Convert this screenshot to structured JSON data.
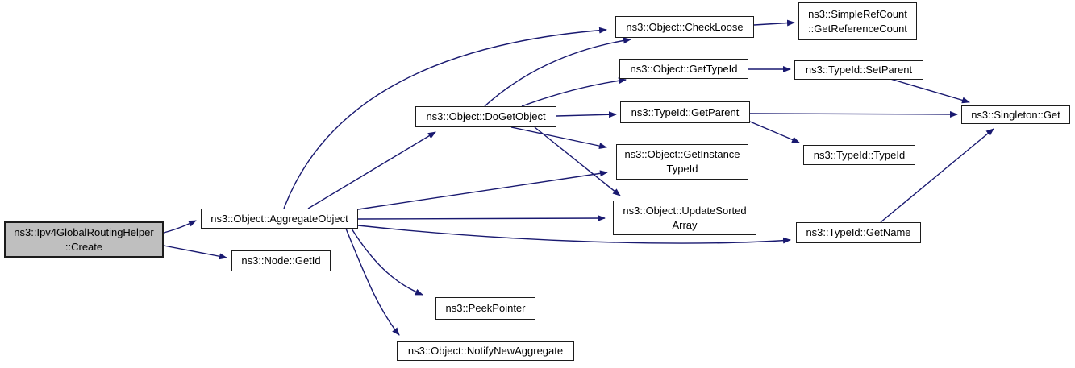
{
  "diagram": {
    "type": "call-graph",
    "background_color": "#ffffff",
    "edge_color": "#191970",
    "node_fill": "#ffffff",
    "node_border_color": "#1c1c1c",
    "highlight_fill": "#bfbfbf",
    "nodes": {
      "create": {
        "label": "ns3::Ipv4GlobalRoutingHelper\n::Create",
        "highlighted": true
      },
      "aggregate_object": {
        "label": "ns3::Object::AggregateObject",
        "highlighted": false
      },
      "node_get_id": {
        "label": "ns3::Node::GetId",
        "highlighted": false
      },
      "do_get_object": {
        "label": "ns3::Object::DoGetObject",
        "highlighted": false
      },
      "check_loose": {
        "label": "ns3::Object::CheckLoose",
        "highlighted": false
      },
      "get_type_id": {
        "label": "ns3::Object::GetTypeId",
        "highlighted": false
      },
      "type_id_get_parent": {
        "label": "ns3::TypeId::GetParent",
        "highlighted": false
      },
      "get_instance_type_id": {
        "label": "ns3::Object::GetInstance\nTypeId",
        "highlighted": false
      },
      "update_sorted_array": {
        "label": "ns3::Object::UpdateSorted\nArray",
        "highlighted": false
      },
      "simple_ref_count": {
        "label": "ns3::SimpleRefCount\n::GetReferenceCount",
        "highlighted": false
      },
      "set_parent": {
        "label": "ns3::TypeId::SetParent",
        "highlighted": false
      },
      "type_id_type_id": {
        "label": "ns3::TypeId::TypeId",
        "highlighted": false
      },
      "get_name": {
        "label": "ns3::TypeId::GetName",
        "highlighted": false
      },
      "singleton_get": {
        "label": "ns3::Singleton::Get",
        "highlighted": false
      },
      "peek_pointer": {
        "label": "ns3::PeekPointer",
        "highlighted": false
      },
      "notify_new_aggregate": {
        "label": "ns3::Object::NotifyNewAggregate",
        "highlighted": false
      }
    },
    "edges": [
      {
        "from": "create",
        "to": "aggregate_object"
      },
      {
        "from": "create",
        "to": "node_get_id"
      },
      {
        "from": "aggregate_object",
        "to": "check_loose"
      },
      {
        "from": "aggregate_object",
        "to": "do_get_object"
      },
      {
        "from": "aggregate_object",
        "to": "get_instance_type_id"
      },
      {
        "from": "aggregate_object",
        "to": "update_sorted_array"
      },
      {
        "from": "aggregate_object",
        "to": "get_name"
      },
      {
        "from": "aggregate_object",
        "to": "peek_pointer"
      },
      {
        "from": "aggregate_object",
        "to": "notify_new_aggregate"
      },
      {
        "from": "do_get_object",
        "to": "check_loose"
      },
      {
        "from": "do_get_object",
        "to": "get_type_id"
      },
      {
        "from": "do_get_object",
        "to": "type_id_get_parent"
      },
      {
        "from": "do_get_object",
        "to": "get_instance_type_id"
      },
      {
        "from": "do_get_object",
        "to": "update_sorted_array"
      },
      {
        "from": "check_loose",
        "to": "simple_ref_count"
      },
      {
        "from": "get_type_id",
        "to": "set_parent"
      },
      {
        "from": "type_id_get_parent",
        "to": "singleton_get"
      },
      {
        "from": "type_id_get_parent",
        "to": "type_id_type_id"
      },
      {
        "from": "set_parent",
        "to": "singleton_get"
      },
      {
        "from": "get_name",
        "to": "singleton_get"
      }
    ]
  }
}
